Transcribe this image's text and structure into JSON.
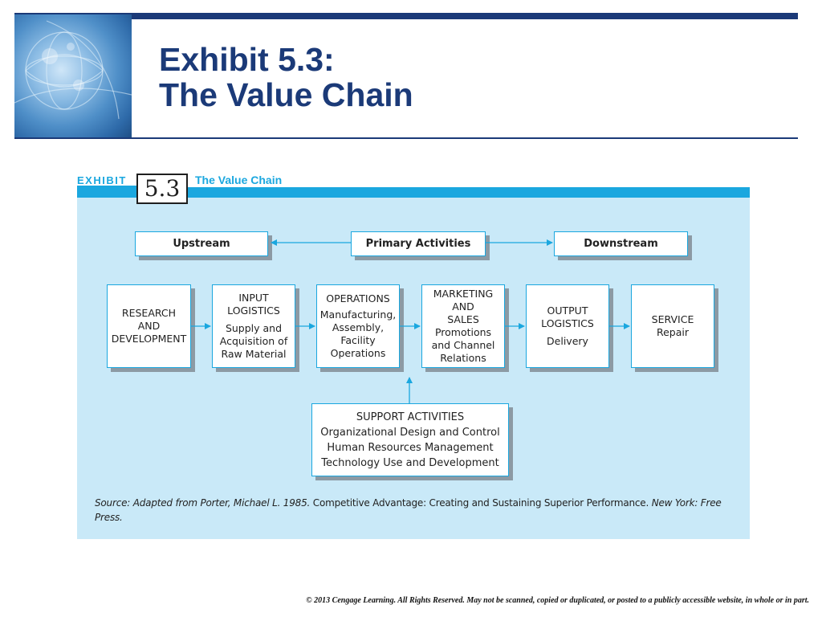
{
  "slide": {
    "title_line1": "Exhibit 5.3:",
    "title_line2": "The Value Chain"
  },
  "exhibit": {
    "label": "EXHIBIT",
    "number": "5.3",
    "title": "The Value Chain"
  },
  "flow_bar": {
    "upstream": "Upstream",
    "primary": "Primary Activities",
    "downstream": "Downstream"
  },
  "activities": [
    {
      "lines": [
        "RESEARCH",
        "AND",
        "DEVELOPMENT"
      ]
    },
    {
      "lines": [
        "INPUT",
        "LOGISTICS",
        "Supply and",
        "Acquisition of",
        "Raw Material"
      ]
    },
    {
      "lines": [
        "OPERATIONS",
        "Manufacturing,",
        "Assembly,",
        "Facility",
        "Operations"
      ]
    },
    {
      "lines": [
        "MARKETING",
        "AND",
        "SALES",
        "Promotions",
        "and Channel",
        "Relations"
      ]
    },
    {
      "lines": [
        "OUTPUT",
        "LOGISTICS",
        "Delivery"
      ]
    },
    {
      "lines": [
        "SERVICE",
        "Repair"
      ]
    }
  ],
  "support": {
    "heading": "SUPPORT ACTIVITIES",
    "lines": [
      "Organizational Design and Control",
      "Human Resources Management",
      "Technology Use and Development"
    ]
  },
  "source": {
    "prefix": "Source: Adapted from Porter, Michael L. 1985. ",
    "work": "Competitive Advantage: Creating and Sustaining Superior Performance. ",
    "suffix": "New York: Free Press."
  },
  "copyright": "© 2013 Cengage Learning. All Rights Reserved. May not be scanned, copied or duplicated, or posted to a publicly accessible website, in whole or in part.",
  "colors": {
    "title_navy": "#1b3a78",
    "exhibit_blue": "#1aa7df",
    "panel_fill": "#c9e9f8",
    "box_shadow": "#8c9aa4"
  },
  "icons": {
    "header_image": "globe-image"
  }
}
